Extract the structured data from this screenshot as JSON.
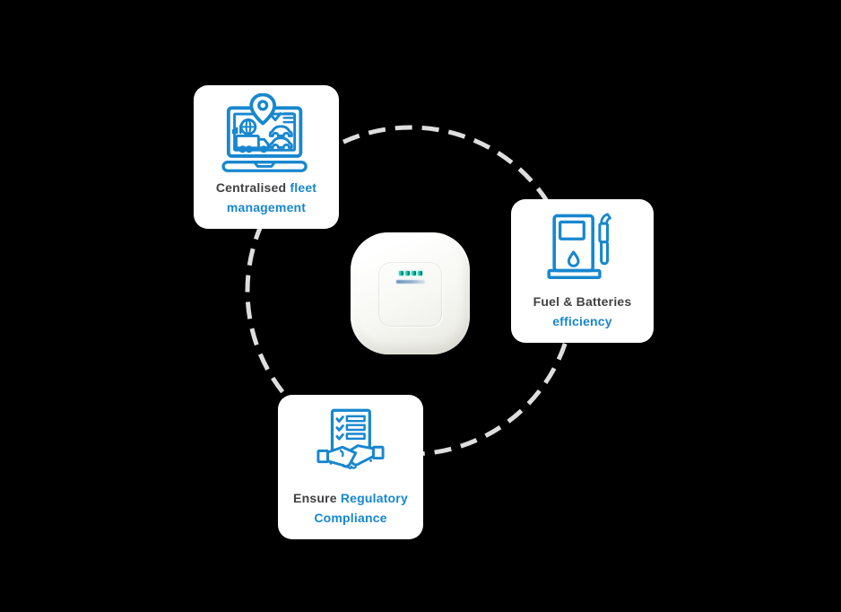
{
  "colors": {
    "background": "#000000",
    "card_background": "#ffffff",
    "accent_blue": "#1787cf",
    "text_dark": "#414042",
    "orbit_dash_gray": "#dedede",
    "led_teal": "#14b3a1"
  },
  "orbit": {
    "style": "dashed-circle"
  },
  "device": {
    "type": "white-squircle-telematics-gateway",
    "led_count": 4,
    "brand_marking": "small-blue-text"
  },
  "cards": [
    {
      "name": "centralised-fleet-management",
      "icon": "fleet-management-laptop-icon",
      "line1_dark": "Centralised ",
      "line1_blue": "fleet",
      "line2": "management"
    },
    {
      "name": "fuel-batteries-efficiency",
      "icon": "fuel-pump-icon",
      "line1_dark": "Fuel & Batteries",
      "line1_blue": "",
      "line2": "efficiency"
    },
    {
      "name": "ensure-regulatory-compliance",
      "icon": "checklist-handshake-icon",
      "line1_dark": "Ensure ",
      "line1_blue": "Regulatory",
      "line2": "Compliance"
    }
  ]
}
